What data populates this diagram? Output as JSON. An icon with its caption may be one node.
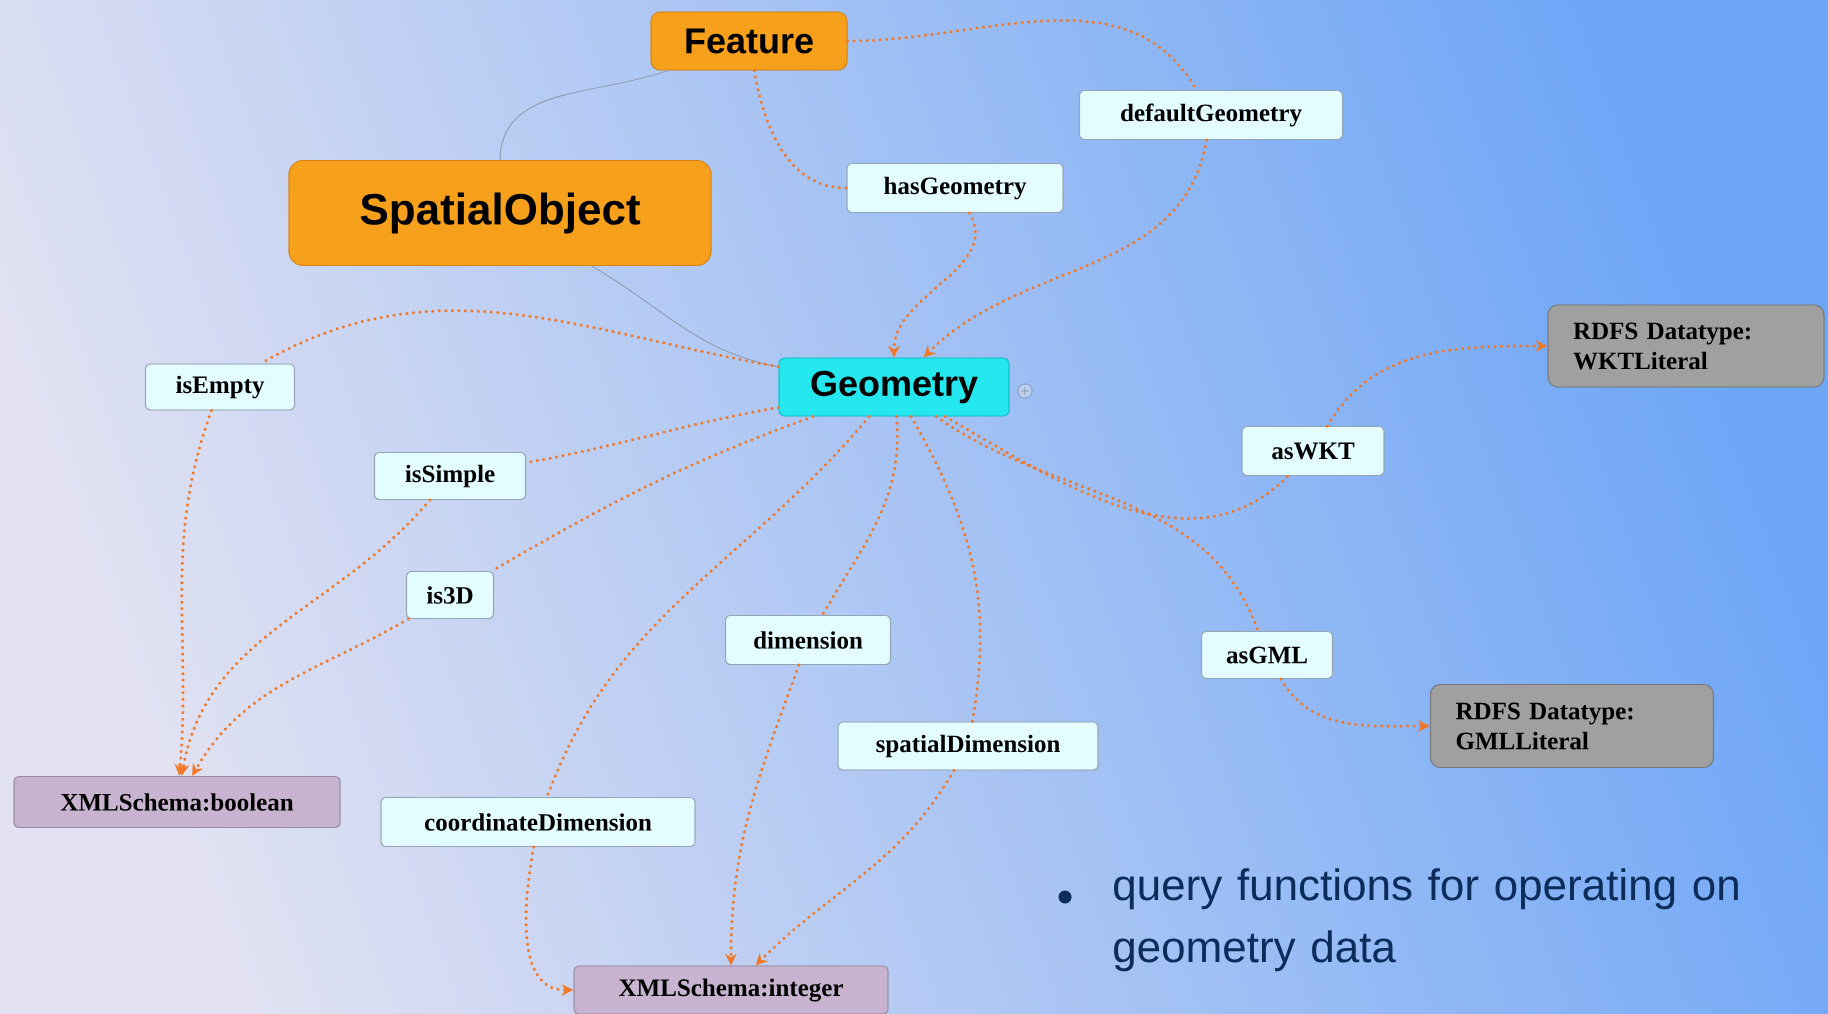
{
  "diagram": {
    "nodes": [
      {
        "text": [
          "Feature"
        ]
      },
      {
        "text": [
          "defaultGeometry"
        ]
      },
      {
        "text": [
          "hasGeometry"
        ]
      },
      {
        "text": [
          "SpatialObject"
        ]
      },
      {
        "text": [
          "Geometry"
        ]
      },
      {
        "text": [
          "isEmpty"
        ]
      },
      {
        "text": [
          "isSimple"
        ]
      },
      {
        "text": [
          "is3D"
        ]
      },
      {
        "text": [
          "asWKT"
        ]
      },
      {
        "text": [
          "RDFS Datatype: WKTLiteral"
        ]
      },
      {
        "text": [
          "dimension"
        ]
      },
      {
        "text": [
          "asGML"
        ]
      },
      {
        "text": [
          "spatialDimension"
        ]
      },
      {
        "text": [
          "RDFS Datatype: GMLLiteral"
        ]
      },
      {
        "text": [
          "XMLSchema:boolean"
        ]
      },
      {
        "text": [
          "coordinateDimension"
        ]
      },
      {
        "text": [
          "XMLSchema:integer"
        ]
      }
    ],
    "edges": [
      {
        "from": 3,
        "to": 0,
        "arrow": "none",
        "color": "#8a96a8"
      },
      {
        "from": 3,
        "to": 4,
        "arrow": "none",
        "color": "#8a96a8"
      },
      {
        "from": 0,
        "to": 2,
        "arrow": "none",
        "style": "dashed"
      },
      {
        "from": 2,
        "to": 4,
        "arrow": "to",
        "style": "dashed"
      },
      {
        "from": 0,
        "to": 1,
        "arrow": "none",
        "style": "dashed"
      },
      {
        "from": 1,
        "to": 4,
        "arrow": "to",
        "style": "dashed"
      },
      {
        "from": 4,
        "to": 5,
        "arrow": "none",
        "style": "dashed"
      },
      {
        "from": 5,
        "to": 14,
        "arrow": "to",
        "style": "dashed"
      },
      {
        "from": 4,
        "to": 6,
        "arrow": "none",
        "style": "dashed"
      },
      {
        "from": 6,
        "to": 14,
        "arrow": "to",
        "style": "dashed"
      },
      {
        "from": 4,
        "to": 7,
        "arrow": "none",
        "style": "dashed"
      },
      {
        "from": 7,
        "to": 14,
        "arrow": "to",
        "style": "dashed"
      },
      {
        "from": 4,
        "to": 15,
        "arrow": "none",
        "style": "dashed"
      },
      {
        "from": 15,
        "to": 16,
        "arrow": "to",
        "style": "dashed"
      },
      {
        "from": 4,
        "to": 10,
        "arrow": "none",
        "style": "dashed"
      },
      {
        "from": 10,
        "to": 16,
        "arrow": "to",
        "style": "dashed"
      },
      {
        "from": 4,
        "to": 12,
        "arrow": "none",
        "style": "dashed"
      },
      {
        "from": 12,
        "to": 16,
        "arrow": "to",
        "style": "dashed"
      },
      {
        "from": 4,
        "to": 8,
        "arrow": "none",
        "style": "dashed"
      },
      {
        "from": 8,
        "to": 9,
        "arrow": "to",
        "style": "dashed"
      },
      {
        "from": 4,
        "to": 11,
        "arrow": "none",
        "style": "dashed"
      },
      {
        "from": 11,
        "to": 13,
        "arrow": "to",
        "style": "dashed"
      }
    ],
    "labels": [
      "query functions for operating on geometry data"
    ]
  }
}
